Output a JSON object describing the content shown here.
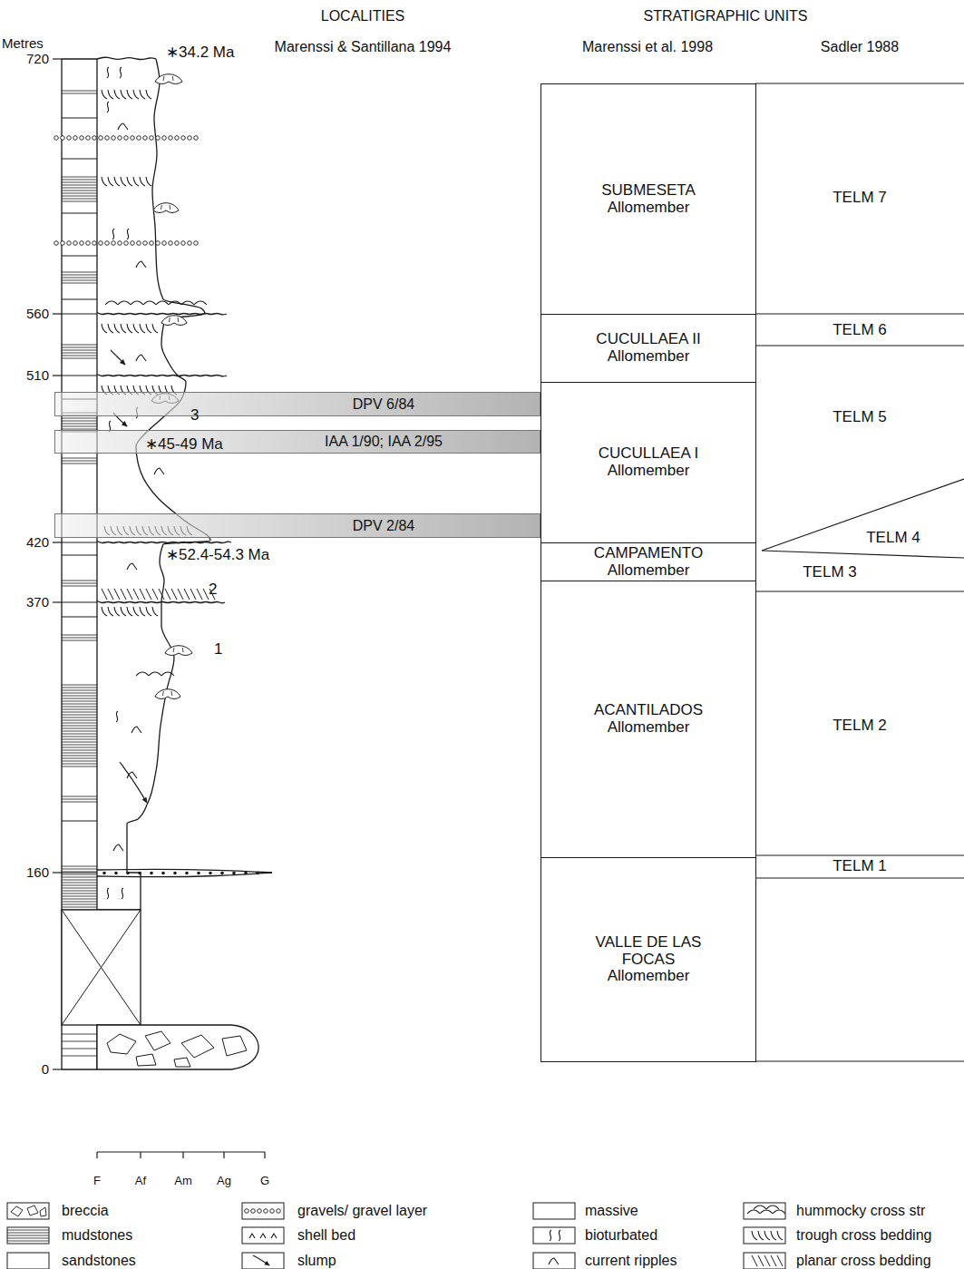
{
  "diagram": {
    "nodes": [
      {
        "text": [
          "DPV 6/84"
        ]
      },
      {
        "text": [
          "IAA 1/90; IAA 2/95"
        ]
      },
      {
        "text": [
          "DPV 2/84"
        ]
      },
      {
        "text": [
          "SUBMESETA Allomember"
        ]
      },
      {
        "text": [
          "CUCULLAEA II Allomember"
        ]
      },
      {
        "text": [
          "CUCULLAEA I Allomember"
        ]
      },
      {
        "text": [
          "CAMPAMENTO Allomember"
        ]
      },
      {
        "text": [
          "ACANTILADOS Allomember"
        ]
      },
      {
        "text": [
          "VALLE DE LAS FOCAS Allomember"
        ]
      }
    ],
    "labels": [
      "Metres",
      "720",
      "560",
      "510",
      "420",
      "370",
      "160",
      "0",
      "LOCALITIES",
      "Marenssi & Santillana 1994",
      "STRATIGRAPHIC UNITS",
      "Marenssi et al. 1998",
      "Sadler 1988",
      "∗34.2 Ma",
      "3",
      "∗45-49 Ma",
      "∗52.4-54.3 Ma",
      "2",
      "1",
      "F",
      "Af",
      "Am",
      "Ag",
      "G",
      "TELM 7",
      "TELM 6",
      "TELM 5",
      "TELM 4",
      "TELM 3",
      "TELM 2",
      "TELM 1"
    ],
    "legend": [
      {
        "text": "breccia"
      },
      {
        "text": "mudstones"
      },
      {
        "text": "sandstones"
      },
      {
        "text": "gravels/ gravel layer"
      },
      {
        "text": "shell bed"
      },
      {
        "text": "slump"
      },
      {
        "text": "massive"
      },
      {
        "text": "bioturbated"
      },
      {
        "text": "current ripples"
      },
      {
        "text": "hummocky cross str"
      },
      {
        "text": "trough cross bedding"
      },
      {
        "text": "planar cross bedding"
      }
    ]
  }
}
